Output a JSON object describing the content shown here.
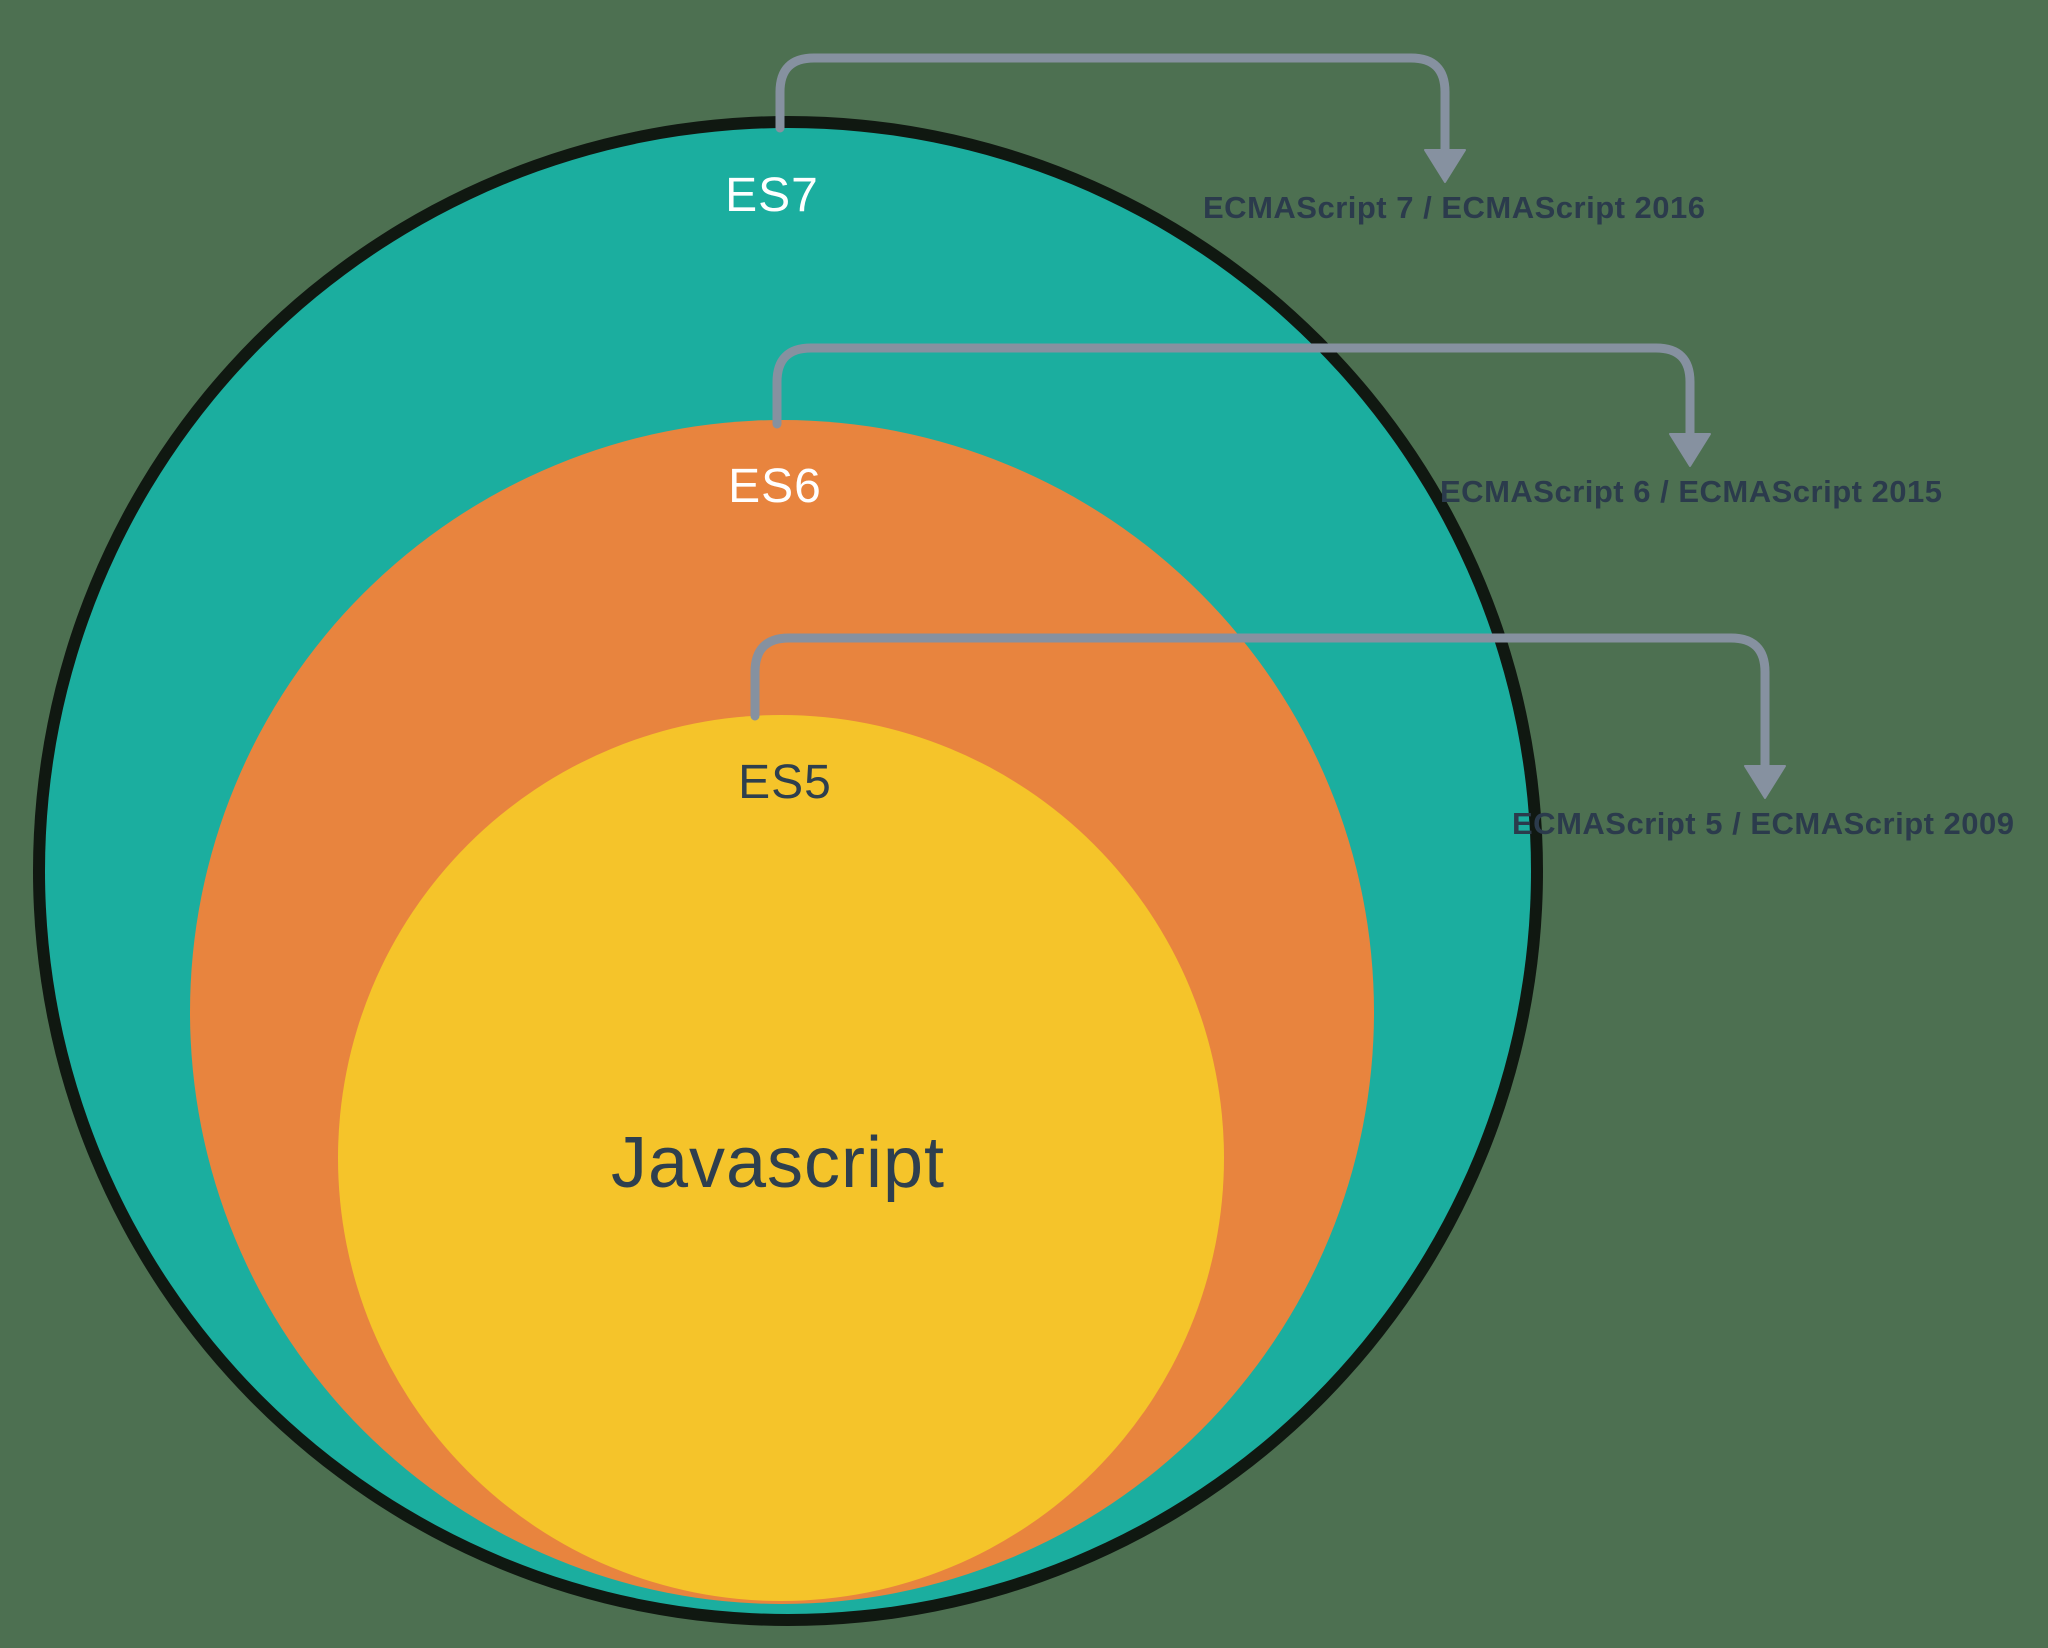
{
  "diagram": {
    "center_label": "Javascript",
    "circles": [
      {
        "id": "es7",
        "label": "ES7",
        "annotation": "ECMAScript 7 / ECMAScript 2016",
        "color": "#1bae9f",
        "label_color": "#ffffff"
      },
      {
        "id": "es6",
        "label": "ES6",
        "annotation": "ECMAScript 6 / ECMAScript 2015",
        "color": "#e8843e",
        "label_color": "#ffffff"
      },
      {
        "id": "es5",
        "label": "ES5",
        "annotation": "ECMAScript 5 / ECMAScript 2009",
        "color": "#f5c42a",
        "label_color": "#2e3f4e"
      }
    ]
  },
  "colors": {
    "background": "#4d7051",
    "es7": "#1bae9f",
    "es6": "#e8843e",
    "es5": "#f5c42a",
    "dark_text": "#2e3f4e",
    "light_text": "#ffffff",
    "annotation_text": "#2b3b4c",
    "arrow": "#8691a0"
  }
}
